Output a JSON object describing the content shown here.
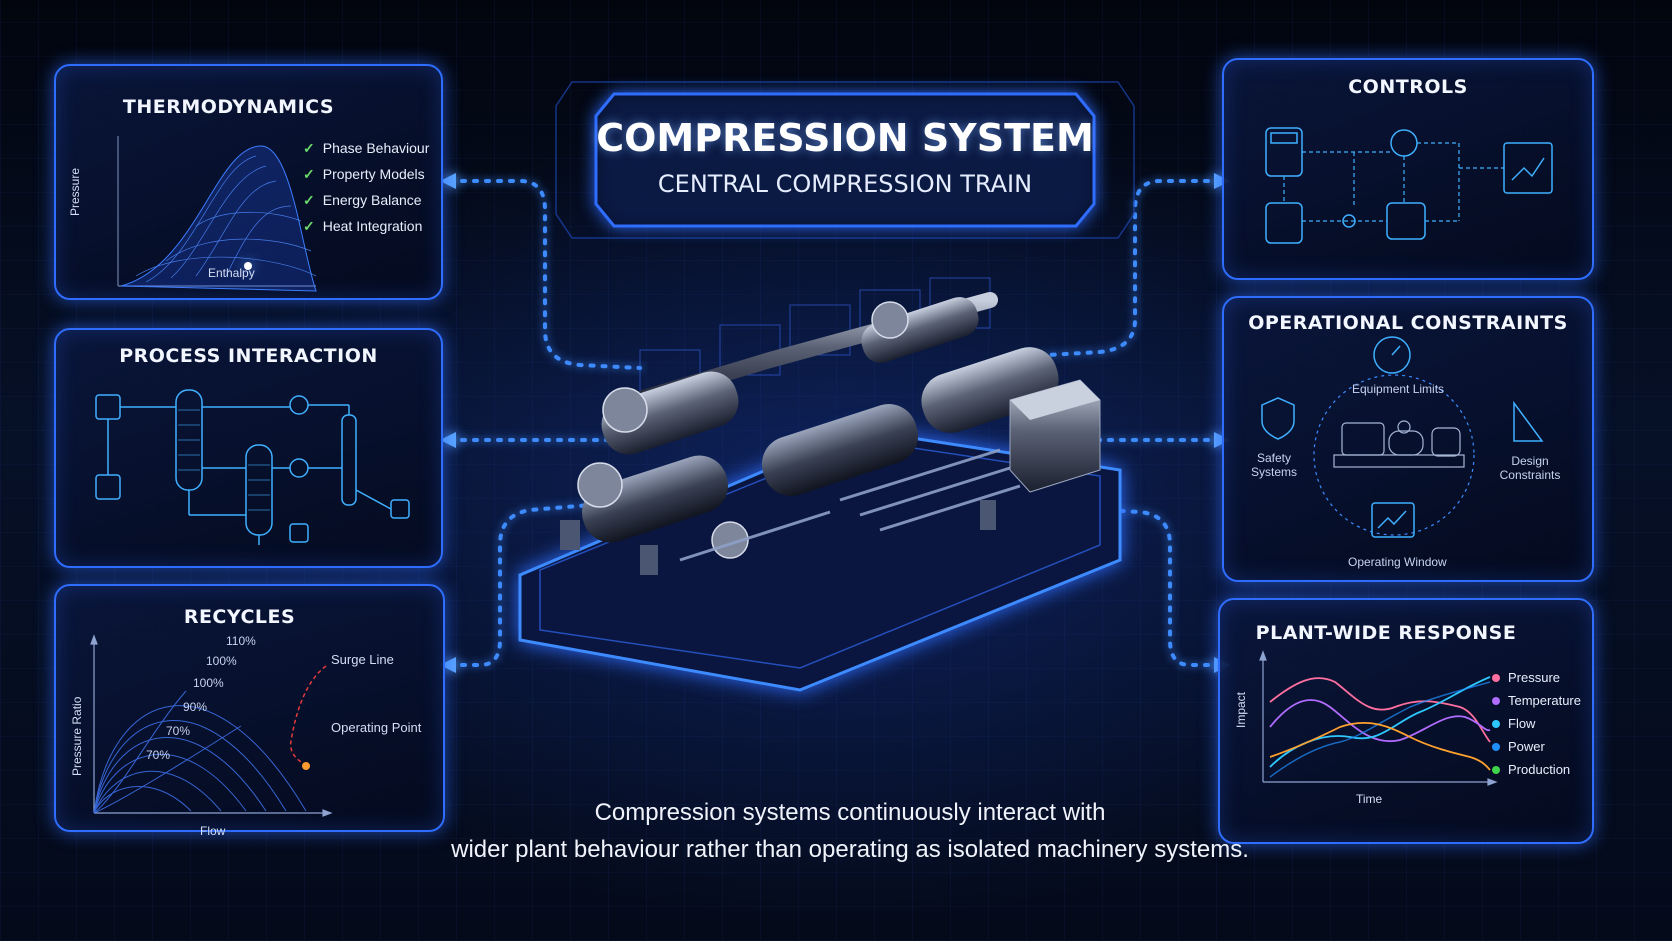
{
  "header": {
    "title": "COMPRESSION SYSTEM",
    "subtitle": "CENTRAL COMPRESSION TRAIN"
  },
  "caption": {
    "line1": "Compression systems continuously interact with",
    "line2": "wider plant behaviour rather than operating as isolated machinery systems."
  },
  "thermodynamics": {
    "title": "THERMODYNAMICS",
    "y_axis": "Pressure",
    "x_axis": "Enthalpy",
    "items": [
      "Phase Behaviour",
      "Property Models",
      "Energy Balance",
      "Heat Integration"
    ]
  },
  "process_interaction": {
    "title": "PROCESS INTERACTION"
  },
  "recycles": {
    "title": "RECYCLES",
    "y_axis": "Pressure Ratio",
    "x_axis": "Flow",
    "speed_labels": [
      "110%",
      "100%",
      "100%",
      "90%",
      "70%",
      "70%"
    ],
    "surge_label": "Surge Line",
    "operating_label": "Operating Point"
  },
  "controls": {
    "title": "CONTROLS"
  },
  "operational_constraints": {
    "title": "OPERATIONAL CONSTRAINTS",
    "top": "Equipment Limits",
    "left_line1": "Safety",
    "left_line2": "Systems",
    "right_line1": "Design",
    "right_line2": "Constraints",
    "bottom": "Operating Window"
  },
  "plant_response": {
    "title": "PLANT-WIDE RESPONSE",
    "y_axis": "Impact",
    "x_axis": "Time",
    "legend": [
      {
        "label": "Pressure",
        "color": "#ff6fa0"
      },
      {
        "label": "Temperature",
        "color": "#b06cff"
      },
      {
        "label": "Flow",
        "color": "#2ec8ff"
      },
      {
        "label": "Power",
        "color": "#1f8fff"
      },
      {
        "label": "Production",
        "color": "#3fd24b"
      }
    ]
  },
  "colors": {
    "accent": "#2f6dff",
    "glow": "#3d8bff"
  }
}
